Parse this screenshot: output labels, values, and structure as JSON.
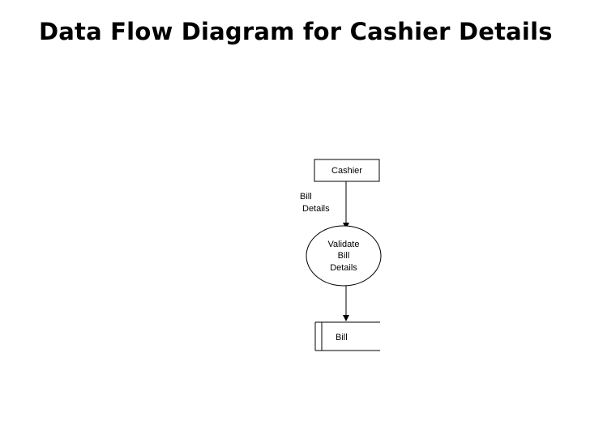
{
  "title": "Data Flow Diagram for Cashier Details",
  "diagram": {
    "entity_label": "Cashier",
    "flow_label_line1": "Bill",
    "flow_label_line2": "Details",
    "process_line1": "Validate",
    "process_line2": "Bill",
    "process_line3": "Details",
    "store_label": "Bill"
  }
}
